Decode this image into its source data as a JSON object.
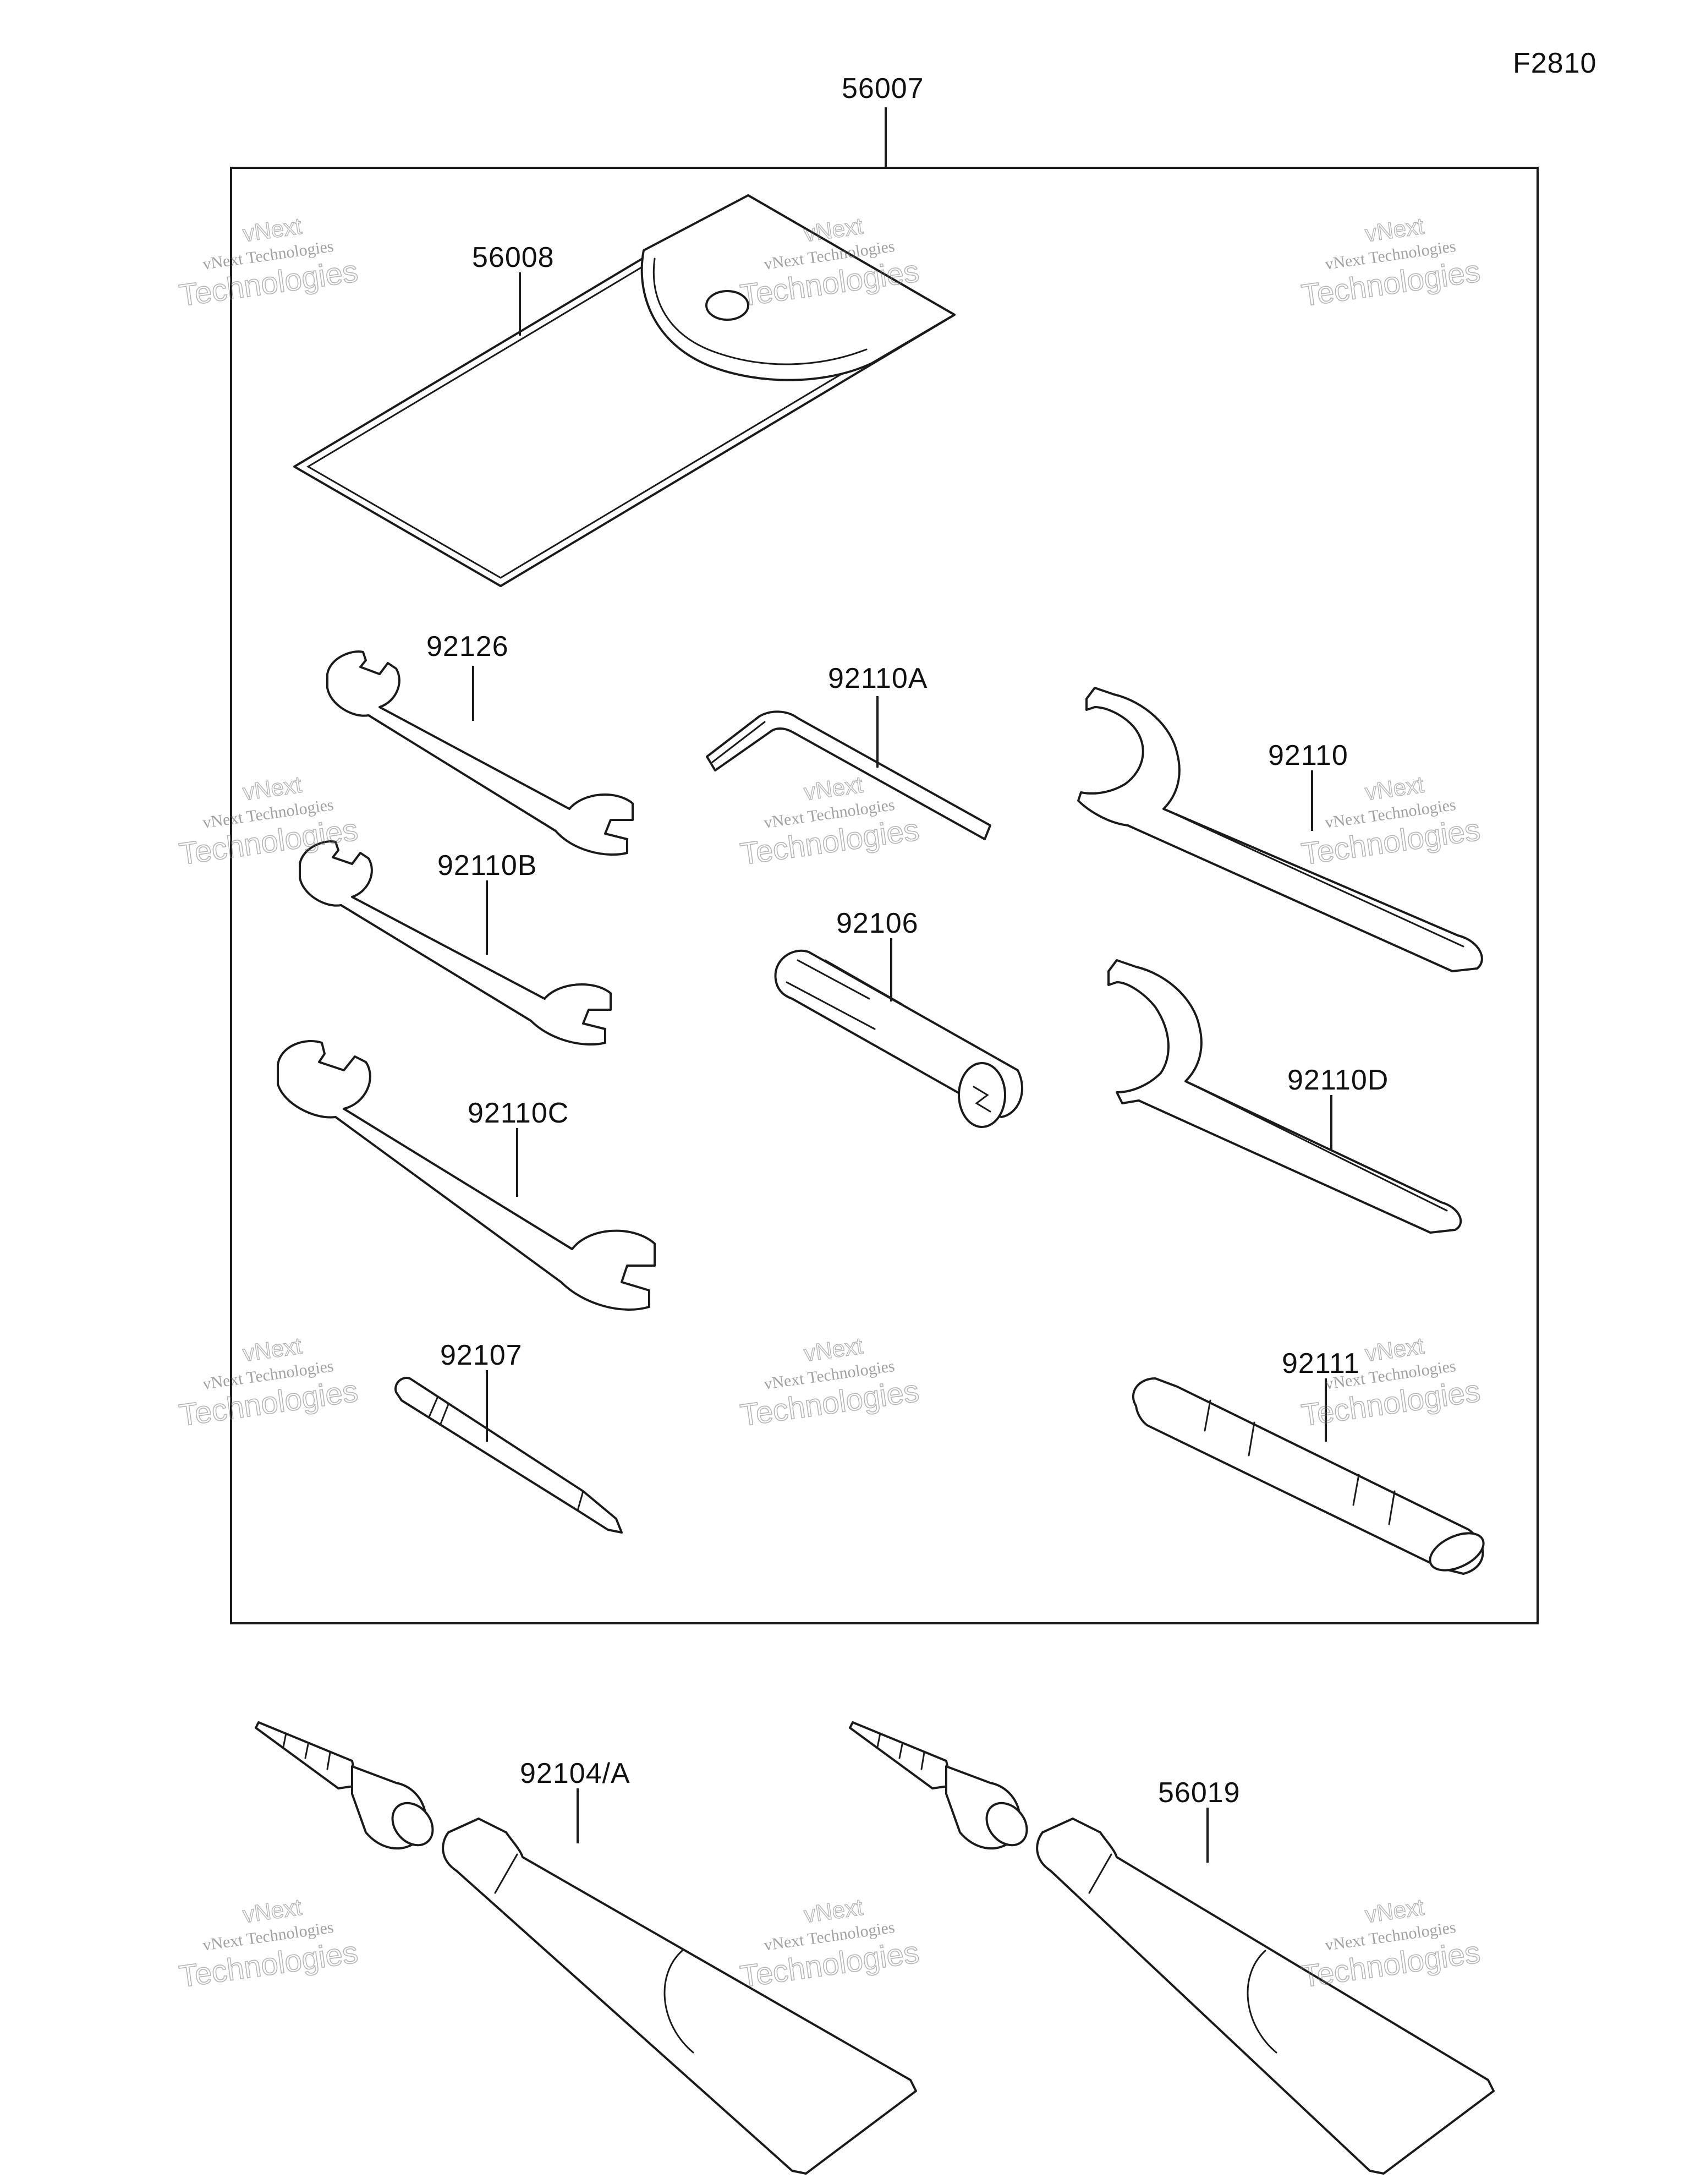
{
  "figure_code": "F2810",
  "kit": {
    "part_number": "56007"
  },
  "parts": [
    {
      "id": "tool-bag",
      "part_number": "56008"
    },
    {
      "id": "wrench-small",
      "part_number": "92126"
    },
    {
      "id": "hex-key",
      "part_number": "92110A"
    },
    {
      "id": "hook-wrench-top",
      "part_number": "92110"
    },
    {
      "id": "wrench-medium",
      "part_number": "92110B"
    },
    {
      "id": "driver-handle",
      "part_number": "92106"
    },
    {
      "id": "hook-wrench-bottom",
      "part_number": "92110D"
    },
    {
      "id": "wrench-large",
      "part_number": "92110C"
    },
    {
      "id": "screwdriver-bit",
      "part_number": "92107"
    },
    {
      "id": "extension-handle",
      "part_number": "92111"
    }
  ],
  "outside_parts": [
    {
      "id": "grease-tube-a",
      "part_number": "92104/A"
    },
    {
      "id": "grease-tube-b",
      "part_number": "56019"
    }
  ],
  "watermark": {
    "line1": "vNext Technologies",
    "line2": "vNext",
    "line3": "Technologies"
  },
  "colors": {
    "ink": "#1a1a1a",
    "paper": "#ffffff",
    "watermark": "#777777"
  }
}
